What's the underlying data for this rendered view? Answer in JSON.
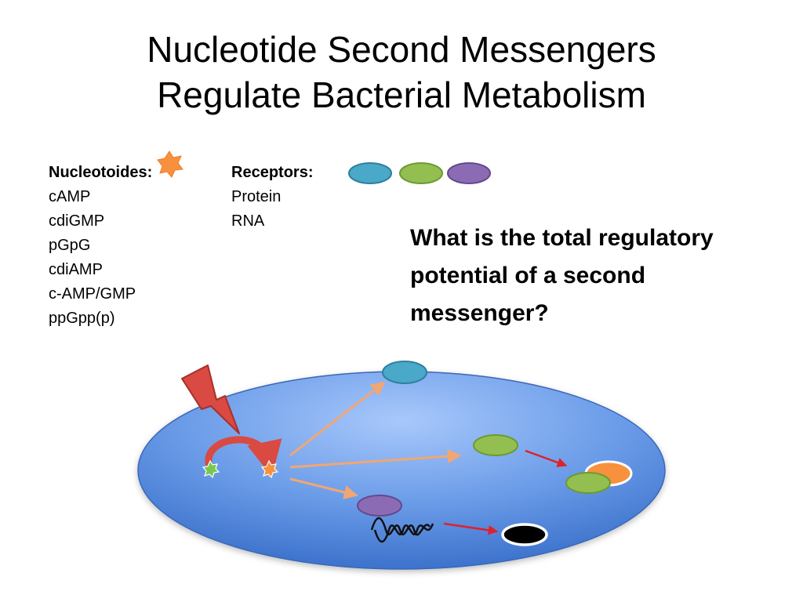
{
  "slide": {
    "title_lines": [
      "Nucleotide Second Messengers",
      "Regulate Bacterial Metabolism"
    ],
    "question": "What is the total regulatory potential  of a second messenger?"
  },
  "nucleotides": {
    "heading": "Nucleotoides:",
    "items": [
      "cAMP",
      "cdiGMP",
      "pGpG",
      "cdiAMP",
      "c-AMP/GMP",
      "ppGpp(p)"
    ]
  },
  "receptors": {
    "heading": "Receptors:",
    "items": [
      "Protein",
      "RNA"
    ]
  },
  "colors": {
    "cell": "#5b8fe0",
    "receptor_blue": "#4aa8c8",
    "receptor_green": "#92bf50",
    "receptor_purple": "#8c6bb5",
    "nucleotide_orange": "#f7913d",
    "nucleotide_green": "#78c850",
    "signal_red": "#d84a42",
    "pathway_arrow": "#f2a672",
    "effect_arrow": "#e0202a"
  },
  "icons": {
    "nucleotide": "star-icon",
    "signal": "lightning-bolt-icon",
    "rna": "rna-strand-icon"
  }
}
